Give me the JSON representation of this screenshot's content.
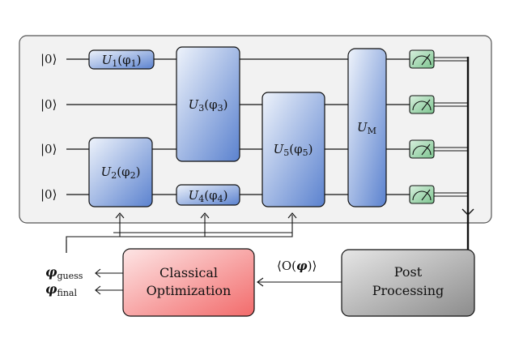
{
  "qubits": [
    {
      "label": "|0⟩"
    },
    {
      "label": "|0⟩"
    },
    {
      "label": "|0⟩"
    },
    {
      "label": "|0⟩"
    }
  ],
  "gates": {
    "u1": {
      "main": "U",
      "index": "1",
      "param": "(φ",
      "pidx": "1",
      "close": ")"
    },
    "u2": {
      "main": "U",
      "index": "2",
      "param": "(φ",
      "pidx": "2",
      "close": ")"
    },
    "u3": {
      "main": "U",
      "index": "3",
      "param": "(φ",
      "pidx": "3",
      "close": ")"
    },
    "u4": {
      "main": "U",
      "index": "4",
      "param": "(φ",
      "pidx": "4",
      "close": ")"
    },
    "u5": {
      "main": "U",
      "index": "5",
      "param": "(φ",
      "pidx": "5",
      "close": ")"
    },
    "um": {
      "main": "U",
      "index": "M"
    }
  },
  "measurement_icon": "meter-icon",
  "classical_optimization": {
    "line1": "Classical",
    "line2": "Optimization"
  },
  "post_processing": {
    "line1": "Post",
    "line2": "Processing"
  },
  "expectation": {
    "open": "⟨O(",
    "phi": "φ",
    "close": ")⟩"
  },
  "outputs": {
    "guess": {
      "symbol": "φ",
      "sub": "guess"
    },
    "final": {
      "symbol": "φ",
      "sub": "final"
    }
  },
  "colors": {
    "gate_light": "#eef3fb",
    "gate_dark": "#5b82cf",
    "meter_light": "#d9f0df",
    "meter_dark": "#7cc48f",
    "classical_light": "#fde5e5",
    "classical_dark": "#f26b6b",
    "post_light": "#e6e6e6",
    "post_dark": "#8c8c8c",
    "panel_fill": "#f2f2f2"
  }
}
